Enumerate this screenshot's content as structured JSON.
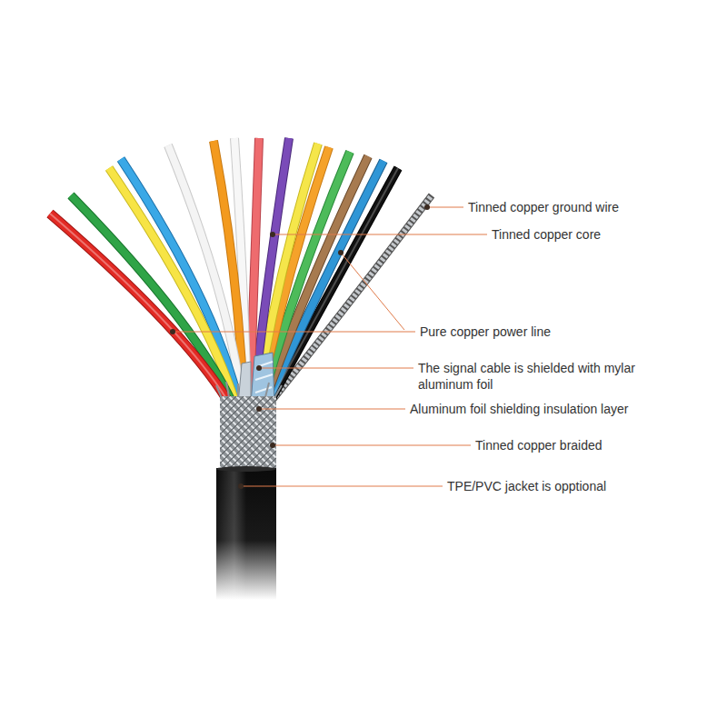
{
  "diagram": {
    "labels": [
      "Tinned copper ground wire",
      "Tinned copper core",
      "Pure copper power line",
      "The signal cable is shielded with mylar aluminum foil",
      "Aluminum foil shielding insulation layer",
      "Tinned copper braided",
      "TPE/PVC jacket is opptional"
    ]
  }
}
